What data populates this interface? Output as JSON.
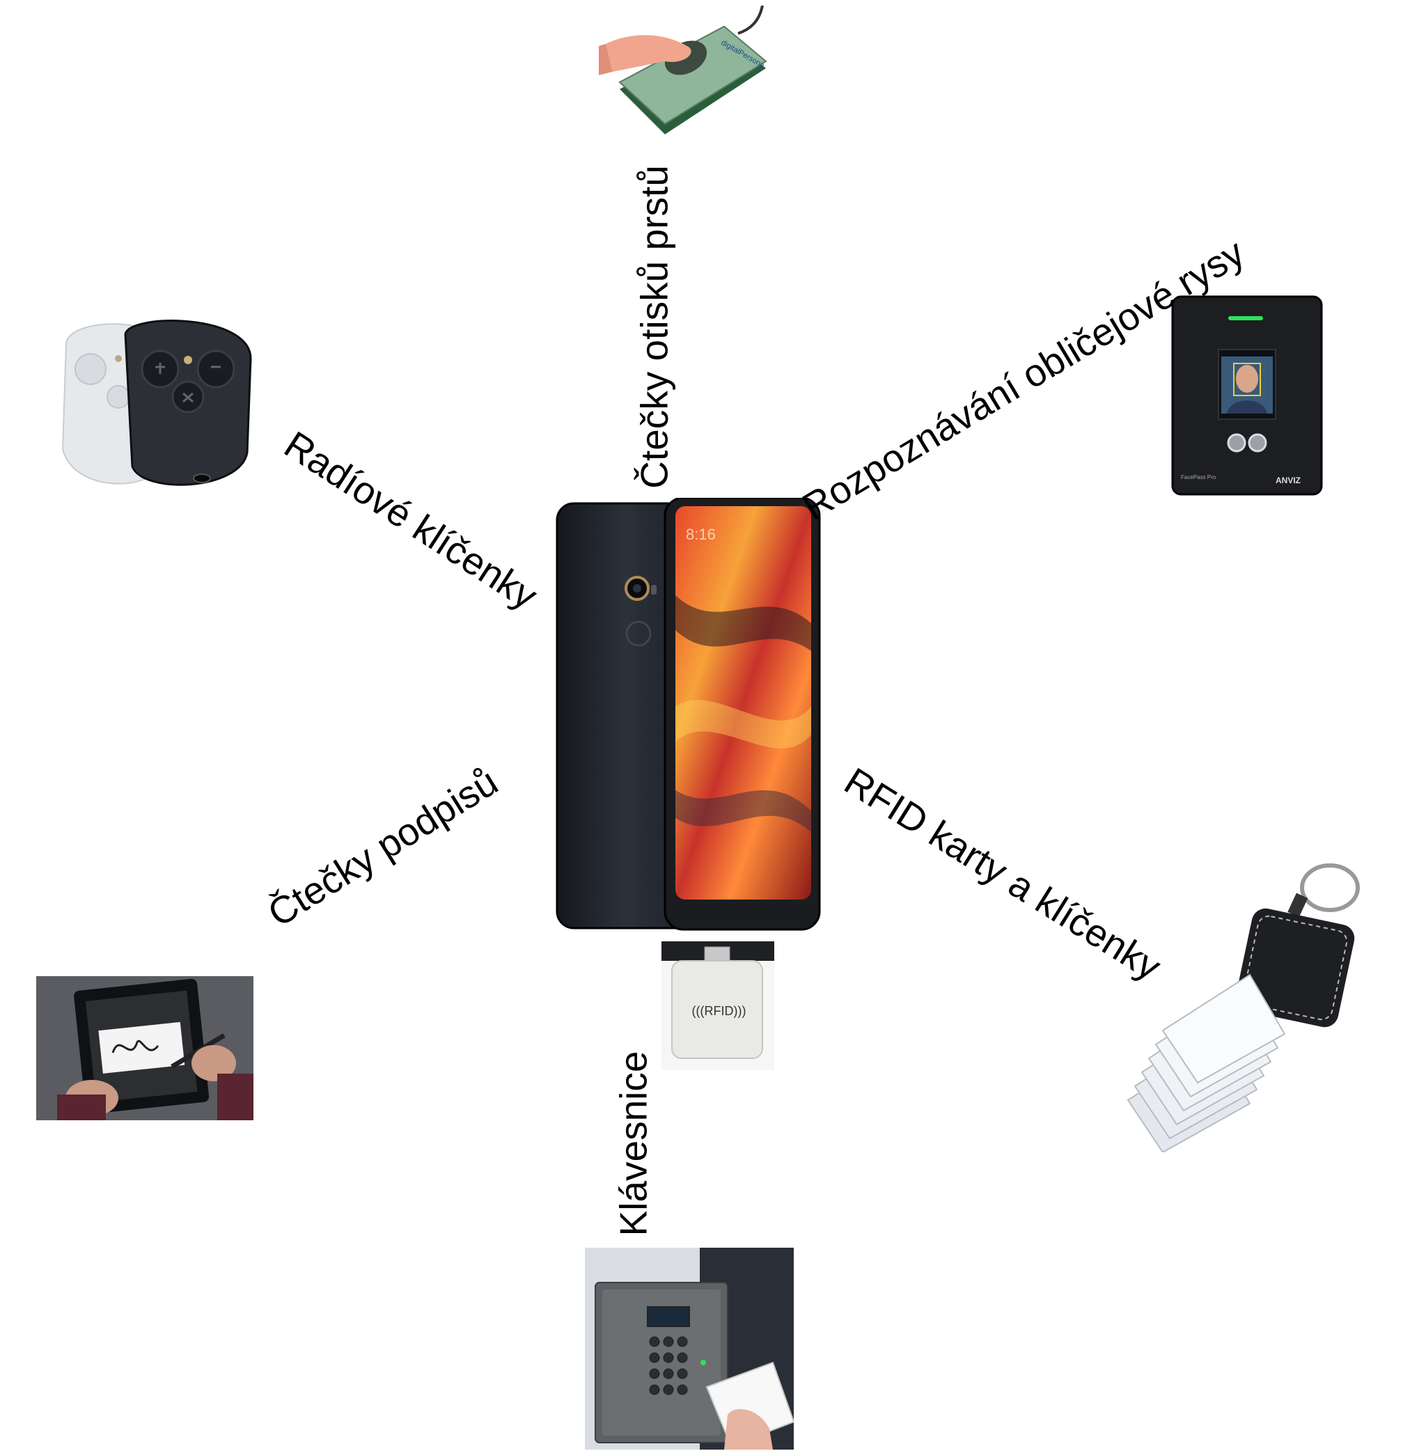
{
  "labels": {
    "fingerprint": "Čtečky otisků prstů",
    "face": "Rozpoznávání  obličejové rysy",
    "radio_fobs": "Radíové klíčenky",
    "signature": "Čtečky podpisů",
    "rfid_cards": "RFID karty a klíčenky",
    "keypad": "Klávesnice"
  },
  "rfid_module": {
    "text": "(((RFID)))"
  },
  "colors": {
    "phone_body": "#20242c",
    "reader_green": "#7fa088",
    "keypad_gray": "#5d6164",
    "face_led": "#2fe05a"
  }
}
